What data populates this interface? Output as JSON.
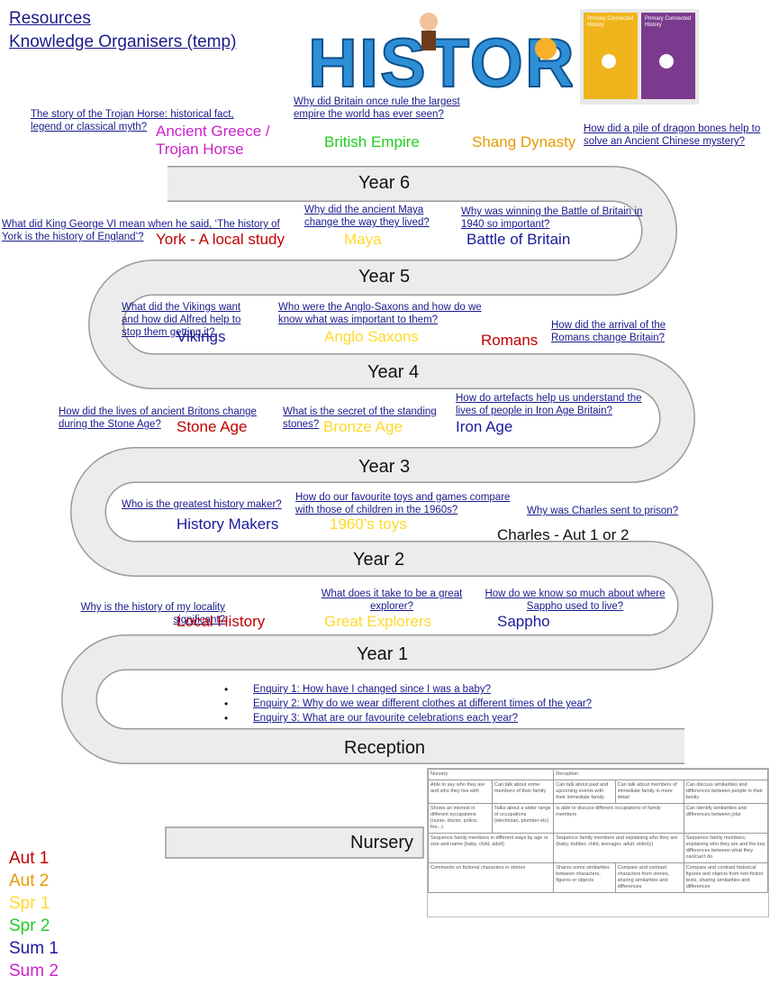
{
  "header": {
    "resources_link": "Resources",
    "knowledge_link": "Knowledge Organisers (temp)",
    "logo_text": "HISTORY",
    "book1_title": "Primary Connected History",
    "book2_title": "Primary Connected History"
  },
  "years": {
    "year6": "Year 6",
    "year5": "Year 5",
    "year4": "Year 4",
    "year3": "Year 3",
    "year2": "Year 2",
    "year1": "Year 1",
    "reception": "Reception",
    "nursery": "Nursery"
  },
  "colors": {
    "aut1": "#c00000",
    "aut2": "#e69a00",
    "spr1": "#ffd92b",
    "spr2": "#22cc22",
    "sum1": "#1a1a9c",
    "sum2": "#cc22cc"
  },
  "topics": {
    "y6": [
      {
        "question": "The story of the Trojan Horse: historical fact, legend or classical myth?",
        "topic": "Ancient Greece / Trojan Horse"
      },
      {
        "question": "Why did Britain once rule the largest empire the world has ever seen?",
        "topic": "British Empire"
      },
      {
        "question": "How did a pile of dragon bones help to solve an Ancient Chinese mystery?",
        "topic": "Shang Dynasty"
      }
    ],
    "y5": [
      {
        "question": "What did King George VI mean when he said, ‘The history of York is the history of England’?",
        "topic": "York - A local study"
      },
      {
        "question": "Why did the ancient Maya change the way they lived?",
        "topic": "Maya"
      },
      {
        "question": "Why was winning the Battle of Britain in 1940 so important?",
        "topic": "Battle of Britain"
      }
    ],
    "y4": [
      {
        "question": "What did the Vikings want and how did Alfred help to stop them getting it?",
        "topic": "Vikings"
      },
      {
        "question": "Who were the Anglo-Saxons and how do we know what was important to them?",
        "topic": "Anglo Saxons"
      },
      {
        "question": "How did the arrival of the Romans change Britain?",
        "topic": "Romans"
      }
    ],
    "y3": [
      {
        "question": "How did the lives of ancient Britons change during the Stone Age?",
        "topic": "Stone Age"
      },
      {
        "question": "What is the secret of the standing stones?",
        "topic": "Bronze Age"
      },
      {
        "question": "How do artefacts help us understand the lives of people in Iron Age Britain?",
        "topic": "Iron Age"
      }
    ],
    "y2": [
      {
        "question": "Who is the greatest history maker?",
        "topic": "History Makers"
      },
      {
        "question": "How do our favourite toys and games compare with those of children in the 1960s?",
        "topic": "1960’s toys"
      },
      {
        "question": "Why was Charles sent to prison?",
        "topic": "Charles - Aut 1 or 2"
      }
    ],
    "y1": [
      {
        "question": "Why is the history of my locality significant?",
        "topic": "Local History"
      },
      {
        "question": "What does it take to be a great explorer?",
        "topic": "Great Explorers"
      },
      {
        "question": "How do we know so much about where Sappho used to live?",
        "topic": "Sappho"
      }
    ]
  },
  "reception_enquiries": [
    "Enquiry 1: How have I changed since I was a baby?",
    "Enquiry 2: Why do we wear different clothes at different times of the year?",
    "Enquiry 3: What are our favourite celebrations each year?"
  ],
  "legend": [
    "Aut 1",
    "Aut 2",
    "Spr 1",
    "Spr 2",
    "Sum 1",
    "Sum 2"
  ],
  "eyfs_table": {
    "headers": [
      "Nursery",
      "Reception"
    ],
    "rows": [
      [
        "Able to say who they are and who they live with",
        "Can talk about some members of their family",
        "Can talk about past and upcoming events with their immediate family",
        "Can talk about members of immediate family in more detail",
        "Can discuss similarities and differences between people in their family"
      ],
      [
        "Shows an interest in different occupations (nurse, doctor, police, fire...)",
        "Talks about a wider range of occupations (electrician, plumber etc)",
        "Is able to discuss different occupations of family members",
        "Can identify similarities and differences between jobs"
      ],
      [
        "Sequence family members in different ways by age or size and name (baby, child, adult)",
        "Sequence family members and explaining who they are (baby, toddler, child, teenager, adult, elderly)",
        "Sequence family members, explaining who they are and the key differences between what they can/can't do"
      ],
      [
        "Comments on fictional characters in stories",
        "Shares some similarities between characters, figures or objects",
        "Compare and contrast characters from stories, sharing similarities and differences",
        "Compare and contrast historical figures and objects from non-fiction texts, sharing similarities and differences"
      ]
    ]
  }
}
